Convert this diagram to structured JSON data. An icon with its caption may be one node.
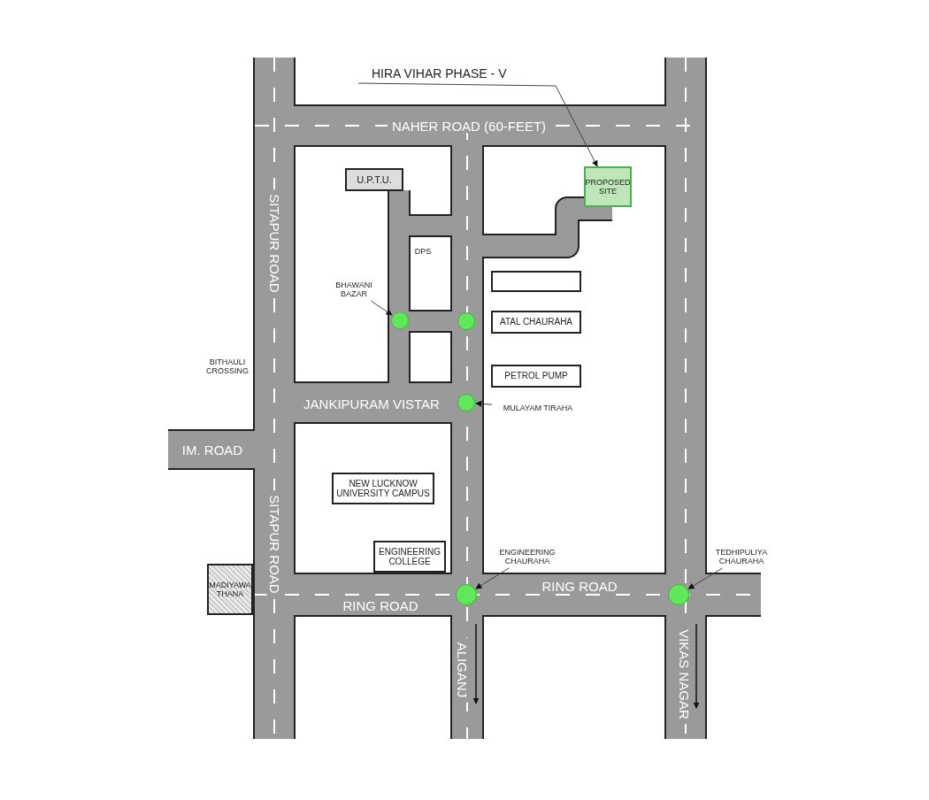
{
  "diagram": {
    "nodes": [
      {
        "text": [
          "HIRA VIHAR PHASE - V"
        ]
      },
      {
        "text": [
          "PROPOSED SITE"
        ]
      },
      {
        "text": [
          "U.P.T.U."
        ]
      },
      {
        "text": [],
        "shape": "box"
      },
      {
        "text": [
          "ATAL CHAURAHA"
        ]
      },
      {
        "text": [
          "PETROL PUMP"
        ]
      },
      {
        "text": [
          "NEW LUCKNOW UNIVERSITY CAMPUS"
        ]
      },
      {
        "text": [
          "ENGINEERING COLLEGE"
        ]
      },
      {
        "text": [
          "MADIYAWA THANA"
        ]
      },
      {
        "text": [
          "BHAWANI BAZAR"
        ]
      },
      {
        "text": [],
        "shape": "circle"
      },
      {
        "text": [],
        "shape": "circle"
      },
      {
        "text": [
          "MULAYAM TIRAHA"
        ]
      },
      {
        "text": [],
        "shape": "circle"
      },
      {
        "text": [
          "ENGINEERING CHAURAHA"
        ]
      },
      {
        "text": [],
        "shape": "circle"
      },
      {
        "text": [
          "TEDHIPULIYA CHAURAHA"
        ]
      },
      {
        "text": [],
        "shape": "circle"
      }
    ],
    "edges": [
      {
        "from": 0,
        "to": 1,
        "arrow": "to"
      },
      {
        "from": 9,
        "to": 10,
        "arrow": "to"
      },
      {
        "from": 12,
        "to": 13,
        "arrow": "to"
      },
      {
        "from": 14,
        "to": 15,
        "arrow": "to"
      },
      {
        "from": 16,
        "to": 17,
        "arrow": "to"
      }
    ],
    "labels": [
      "NAHER ROAD (60-FEET)",
      "SITAPUR ROAD",
      "BITHAULI CROSSING",
      "DPS",
      "JANKIPURAM VISTAR",
      "IM. ROAD",
      "SITAPUR ROAD",
      "RING ROAD",
      "RING ROAD",
      "ALIGANJ",
      "VIKAS NAGAR"
    ]
  }
}
